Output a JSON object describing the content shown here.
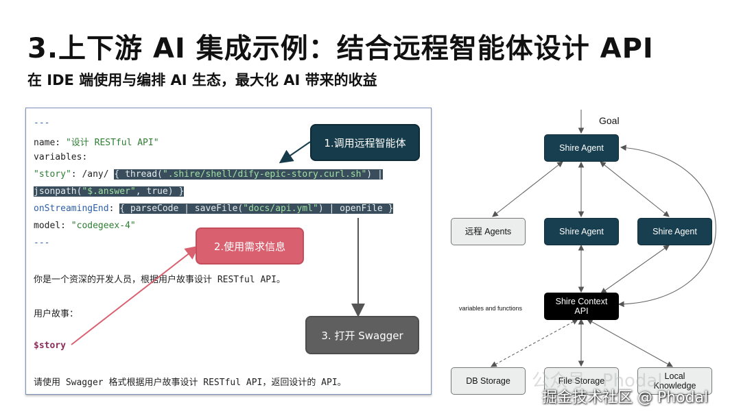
{
  "title": "3.上下游 AI 集成示例：结合远程智能体设计 API",
  "subtitle": "在 IDE 端使用与编排 AI 生态，最大化 AI 带来的收益",
  "code": {
    "sep1": "---",
    "name_key": "name: ",
    "name_val": "\"设计 RESTful API\"",
    "variables": "variables:",
    "story_key": " \"story\"",
    "story_pattern": ": /any/ ",
    "thread_hl_1": "{ thread(",
    "thread_path": "\".shire/shell/dify-epic-story.curl.sh\"",
    "thread_hl_2": ") |",
    "jsonpath_1": "jsonpath(",
    "jsonpath_arg": "\"$.answer\"",
    "jsonpath_2": ", true) }",
    "onstream_key": "onStreamingEnd",
    "onstream_colon": ": ",
    "onstream_hl_1": "{ parseCode | saveFile(",
    "onstream_path": "\"docs/api.yml\"",
    "onstream_hl_2": ") | openFile }",
    "model_key": "model: ",
    "model_val": "\"codegeex-4\"",
    "sep2": "---",
    "prompt1": "你是一个资深的开发人员，根据用户故事设计 RESTful API。",
    "prompt2": "用户故事：",
    "story_var": "$story",
    "prompt3": "请使用 Swagger 格式根据用户故事设计 RESTful API，返回设计的 API。"
  },
  "callouts": {
    "c1": "1.调用远程智能体",
    "c2": "2.使用需求信息",
    "c3": "3. 打开 Swagger"
  },
  "diagram": {
    "goal": "Goal",
    "top_agent": "Shire Agent",
    "remote_agents": "远程 Agents",
    "mid_agent_1": "Shire Agent",
    "mid_agent_2": "Shire Agent",
    "context_api": "Shire Context API",
    "vars_label": "variables and functions",
    "db_storage": "DB Storage",
    "file_storage": "File Storage",
    "local_knowledge": "Local Knowledge"
  },
  "watermark": "掘金技术社区 @ Phodal",
  "watermark_bg": "公众号 · Phodal"
}
